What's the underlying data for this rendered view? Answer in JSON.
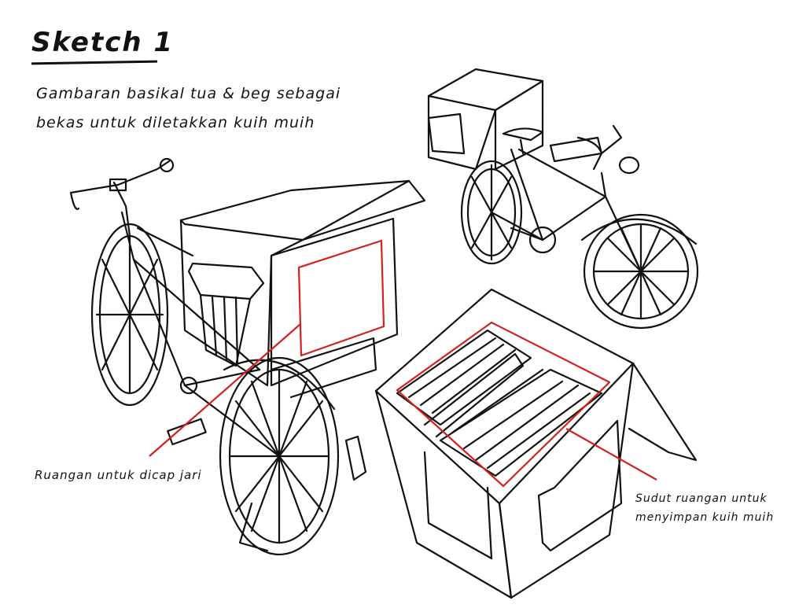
{
  "sketch": {
    "title": "Sketch 1",
    "description_line1": "Gambaran basikal tua & beg sebagai",
    "description_line2": "bekas untuk diletakkan kuih muih",
    "label_stamp_area": "Ruangan untuk dicap jari",
    "label_corner_line1": "Sudut ruangan untuk",
    "label_corner_line2": "menyimpan kuih muih"
  },
  "colors": {
    "ink": "#111111",
    "highlight": "#d42020",
    "paper": "#ffffff"
  }
}
